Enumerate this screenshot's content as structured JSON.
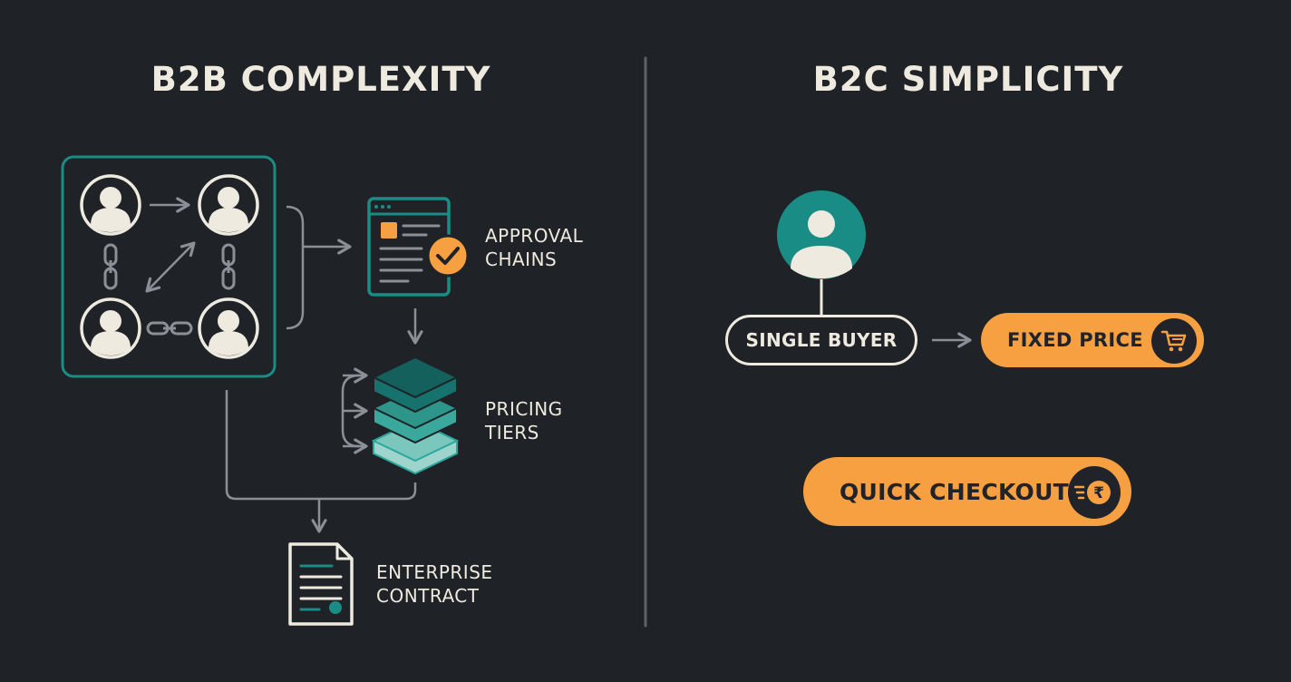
{
  "b2b": {
    "title": "B2B COMPLEXITY",
    "approval": {
      "line1": "APPROVAL",
      "line2": "CHAINS"
    },
    "pricing": {
      "line1": "PRICING",
      "line2": "TIERS"
    },
    "contract": {
      "line1": "ENTERPRISE",
      "line2": "CONTRACT"
    }
  },
  "b2c": {
    "title": "B2C SIMPLICITY",
    "single_buyer": "SINGLE BUYER",
    "fixed_price": "FIXED PRICE",
    "quick_checkout": "QUICK CHECKOUT"
  },
  "icons": {
    "stakeholder": "user-icon",
    "link": "chain-link-icon",
    "approval": "document-check-icon",
    "tiers": "stacked-layers-icon",
    "contract": "contract-document-icon",
    "buyer": "user-icon",
    "cart": "shopping-cart-icon",
    "payment": "rupee-fast-icon",
    "rupee_symbol": "₹"
  },
  "colors": {
    "background": "#1f2226",
    "teal": "#1a8c86",
    "teal_dark": "#14605d",
    "orange": "#f6a041",
    "text": "#eeeadf",
    "line": "#8b9097"
  }
}
